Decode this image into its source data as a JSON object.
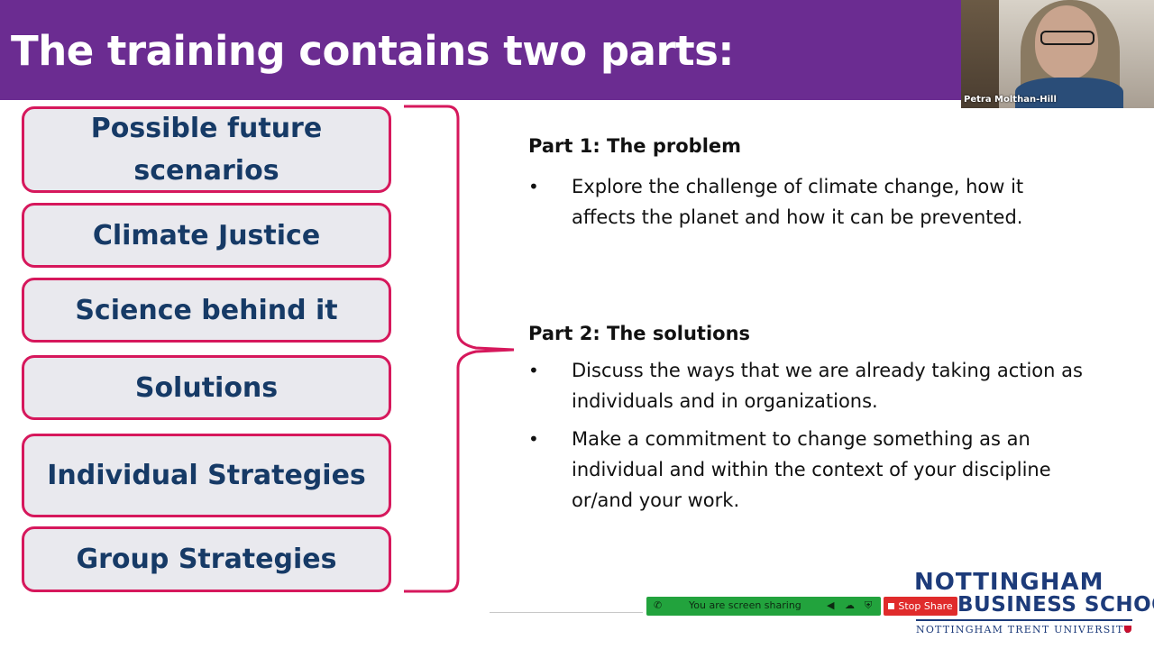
{
  "slide": {
    "title": "The training contains two parts:",
    "topics": [
      "Possible future scenarios",
      "Climate Justice",
      "Science behind it",
      "Solutions",
      "Individual Strategies",
      "Group Strategies"
    ],
    "part1": {
      "heading": "Part 1: The problem",
      "bullets": [
        "Explore the challenge of climate change, how it affects the planet and how it can be prevented."
      ]
    },
    "part2": {
      "heading": "Part 2: The solutions",
      "bullets": [
        "Discuss the ways that we are already taking action as individuals and in organizations.",
        "Make a commitment to change something as an individual and within the context of your discipline or/and your work."
      ]
    },
    "logo": {
      "line1": "NOTTINGHAM",
      "line2": "BUSINESS SCHOOL",
      "line3": "NOTTINGHAM TRENT UNIVERSITY"
    }
  },
  "meeting": {
    "participant_name": "Petra Molthan-Hill",
    "sharing_status": "You are screen sharing",
    "stop_share_label": "Stop Share"
  },
  "colors": {
    "title_bar": "#6b2c91",
    "box_border": "#d6185c",
    "box_text": "#163a66",
    "box_fill": "#e9e9ee",
    "logo": "#1d3b7a",
    "share_bar": "#22a33d",
    "stop_share": "#e02b2b"
  },
  "icons": [
    "phone-icon",
    "volume-icon",
    "cloud-icon",
    "shield-icon",
    "stop-icon"
  ]
}
